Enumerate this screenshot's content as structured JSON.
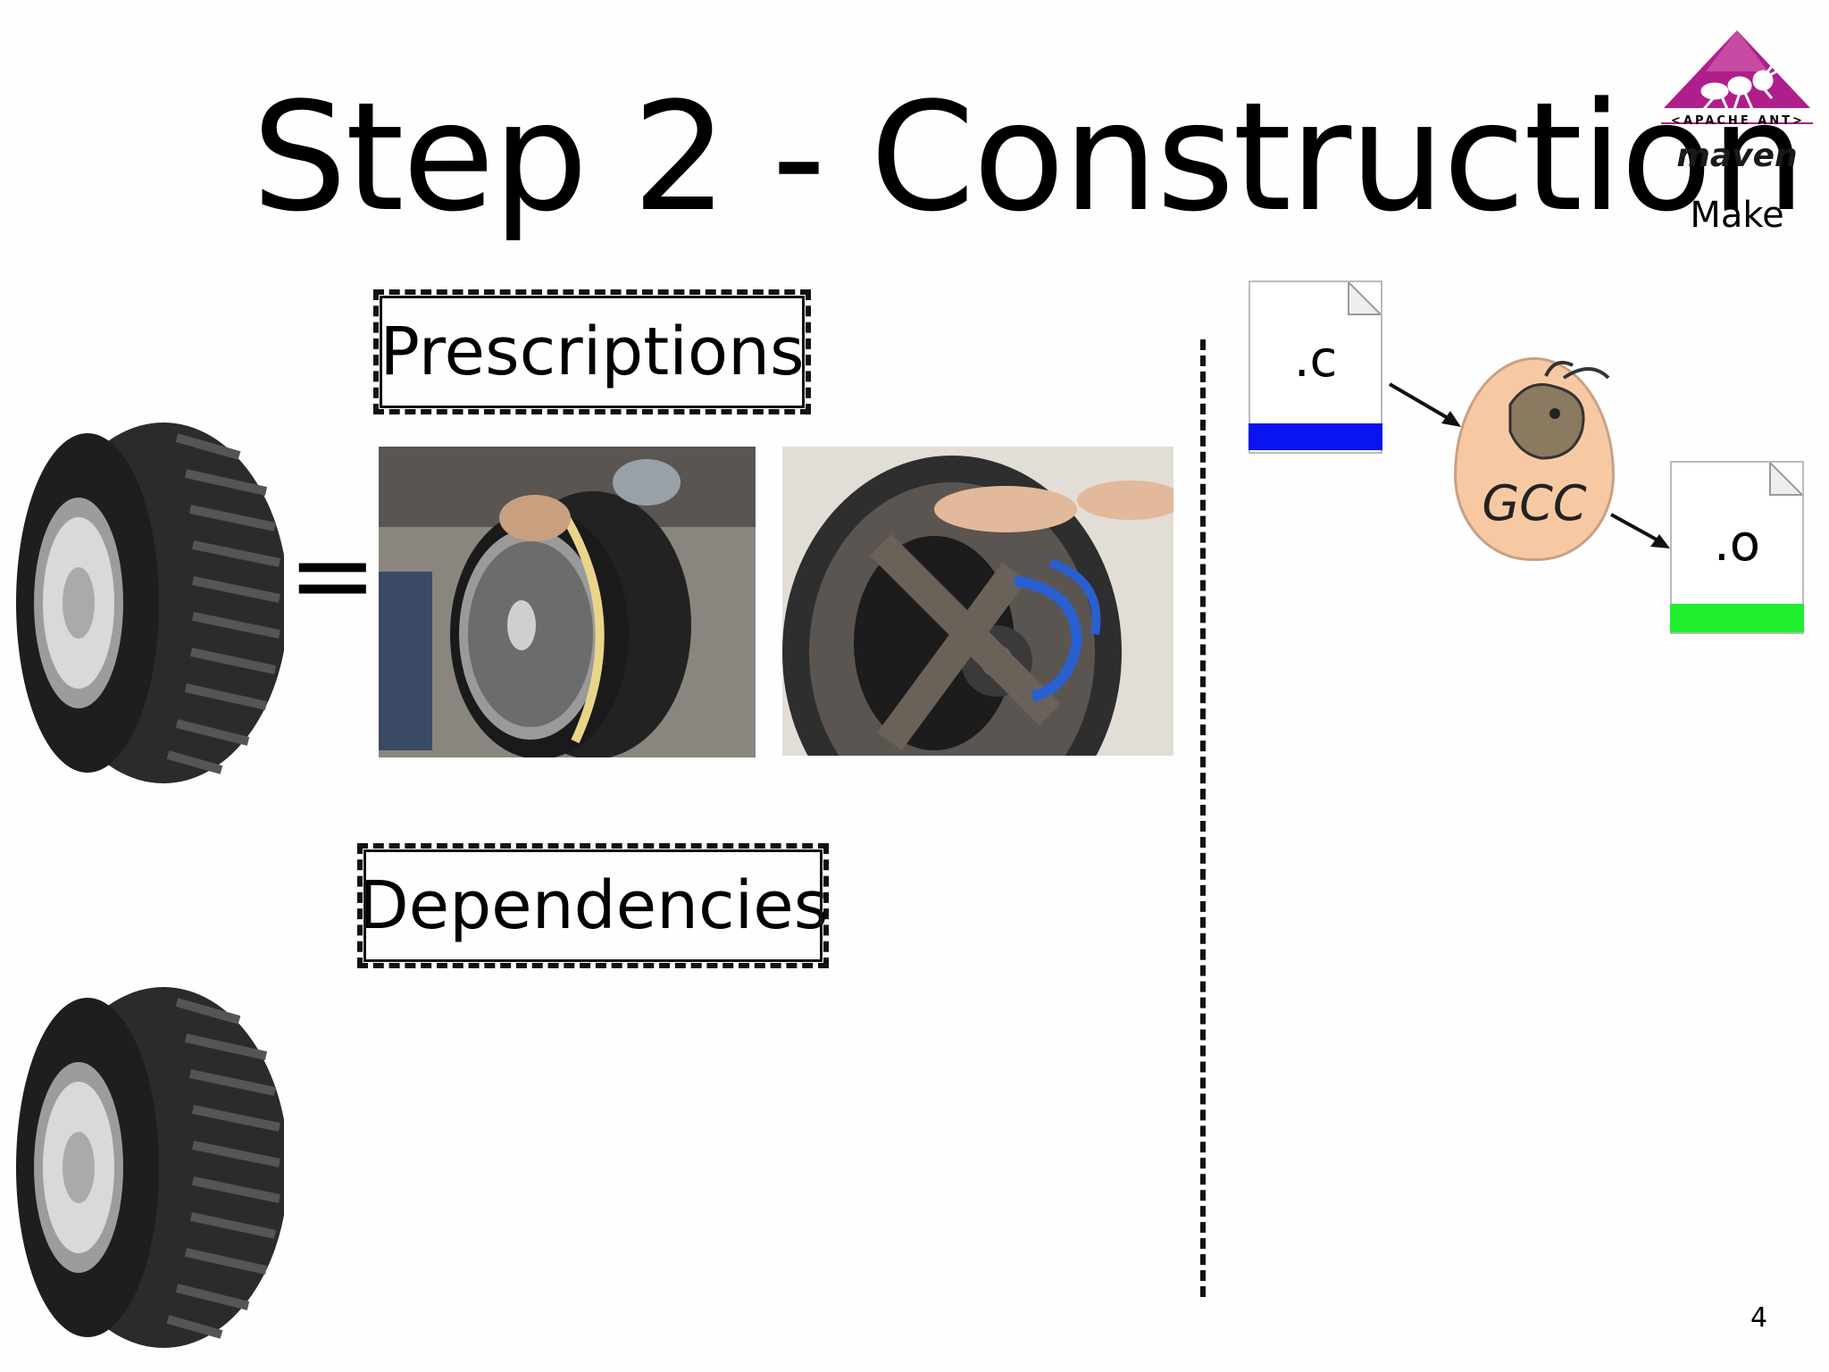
{
  "slide": {
    "title": "Step 2 - Construction",
    "page_number": "4"
  },
  "tools": {
    "ant": "<APACHE ANT>",
    "maven": "maven",
    "make": "Make"
  },
  "labels": {
    "prescriptions": "Prescriptions",
    "dependencies": "Dependencies",
    "equals": "="
  },
  "compile_diagram": {
    "source_file": ".c",
    "compiler": "GCC",
    "object_file": ".o",
    "colors": {
      "source_bar": "#0a14f0",
      "object_bar": "#22ee30",
      "gcc_egg": "#f7c9a3"
    }
  },
  "colors": {
    "ant_logo": "#b01e8c"
  }
}
